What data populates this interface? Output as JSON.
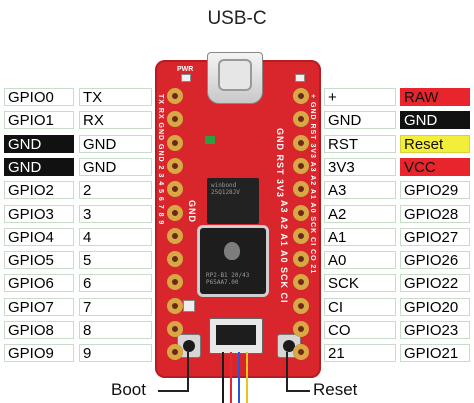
{
  "title": "USB-C",
  "left_labels": [
    "GPIO0",
    "GPIO1",
    "GND",
    "GND",
    "GPIO2",
    "GPIO3",
    "GPIO4",
    "GPIO5",
    "GPIO6",
    "GPIO7",
    "GPIO8",
    "GPIO9"
  ],
  "left_inner": [
    "TX",
    "RX",
    "GND",
    "GND",
    "2",
    "3",
    "4",
    "5",
    "6",
    "7",
    "8",
    "9"
  ],
  "right_inner": [
    "+",
    "GND",
    "RST",
    "3V3",
    "A3",
    "A2",
    "A1",
    "A0",
    "SCK",
    "CI",
    "CO",
    "21"
  ],
  "right_labels": [
    "RAW",
    "GND",
    "Reset",
    "VCC",
    "GPIO29",
    "GPIO28",
    "GPIO27",
    "GPIO26",
    "GPIO22",
    "GPIO20",
    "GPIO23",
    "GPIO21"
  ],
  "colors": {
    "black": "#111111",
    "red": "#e8242c",
    "yellow": "#f3ee3a",
    "board": "#d8262c"
  },
  "board_silk": {
    "pwr": "PWR",
    "left_col": "TX RX GND GND 2 3 4 5 6 7 8 9",
    "right_col": "+ GND RST 3V3 A3 A2 A1 A0 SCK CI CO 21",
    "inner_left": "GND",
    "inner_right": "GND RST 3V3",
    "center": "A3 A2 A1 A0 SCK CI"
  },
  "boot_label": "Boot",
  "reset_label": "Reset"
}
